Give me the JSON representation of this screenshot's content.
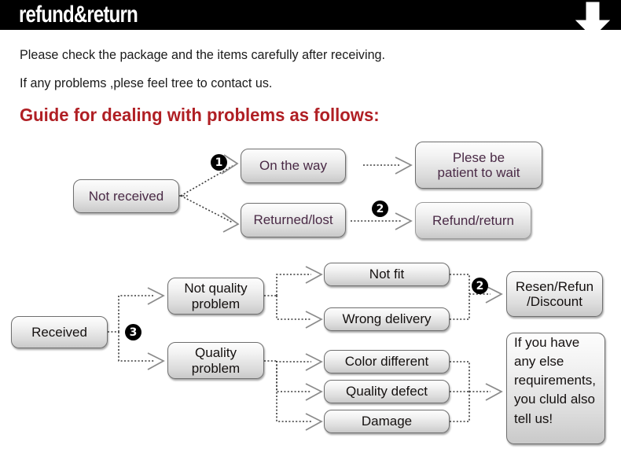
{
  "header": {
    "title": "refund&return",
    "arrow_icon": "down-arrow-icon"
  },
  "intro": {
    "line1": "Please check the package and the items carefully after receiving.",
    "line2": "If any problems ,plese feel tree to contact us.",
    "heading": "Guide for dealing with problems as follows:"
  },
  "colors": {
    "header_bg": "#000000",
    "heading_red": "#b01f24",
    "node_text_purple": "#4a2a46",
    "node_text_dark": "#14100f",
    "badge_bg": "#000000"
  },
  "flow_not_received": {
    "start": "Not received",
    "branch_on_the_way": "On the way",
    "branch_returned_lost": "Returned/lost",
    "result_wait": "Plese be\npatient to wait",
    "result_wait_line1": "Plese be",
    "result_wait_line2": "patient to wait",
    "result_refund": "Refund/return",
    "badge_1": "1",
    "badge_2": "2"
  },
  "flow_received": {
    "start": "Received",
    "badge_3": "3",
    "badge_2": "2",
    "category_not_quality_line1": "Not quality",
    "category_not_quality_line2": "problem",
    "category_quality_line1": "Quality",
    "category_quality_line2": "problem",
    "issues_not_quality": [
      "Not fit",
      "Wrong delivery"
    ],
    "issues_quality": [
      "Color different",
      "Quality defect",
      "Damage"
    ],
    "result_resend_line1": "Resen/Refun",
    "result_resend_line2": "/Discount",
    "note_lines": [
      "If you have",
      "any else",
      "requirements,",
      "you cluld also",
      "tell us!"
    ]
  }
}
